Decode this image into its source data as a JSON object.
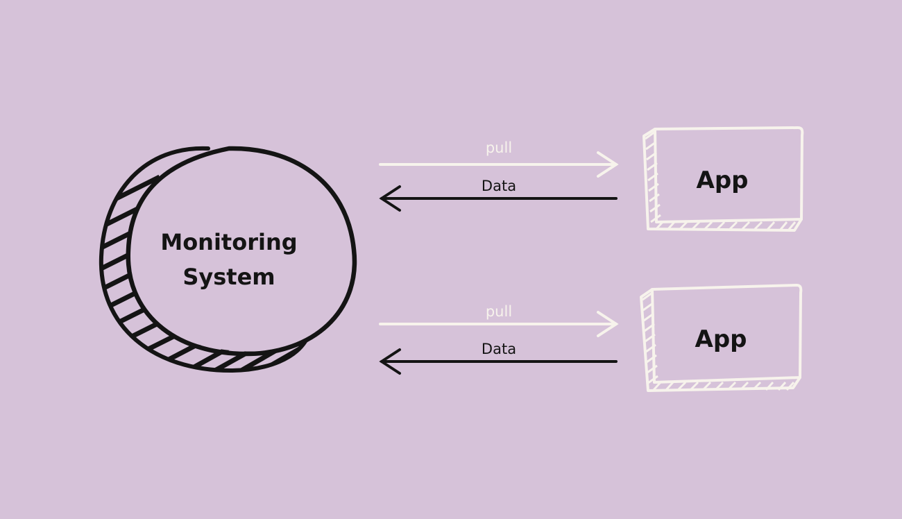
{
  "colors": {
    "background": "#D6C2D9",
    "dark": "#141414",
    "light": "#F7F3EC"
  },
  "monitoring_system": {
    "line1": "Monitoring",
    "line2": "System"
  },
  "connections": [
    {
      "request_label": "pull",
      "response_label": "Data",
      "app_label": "App"
    },
    {
      "request_label": "pull",
      "response_label": "Data",
      "app_label": "App"
    }
  ]
}
